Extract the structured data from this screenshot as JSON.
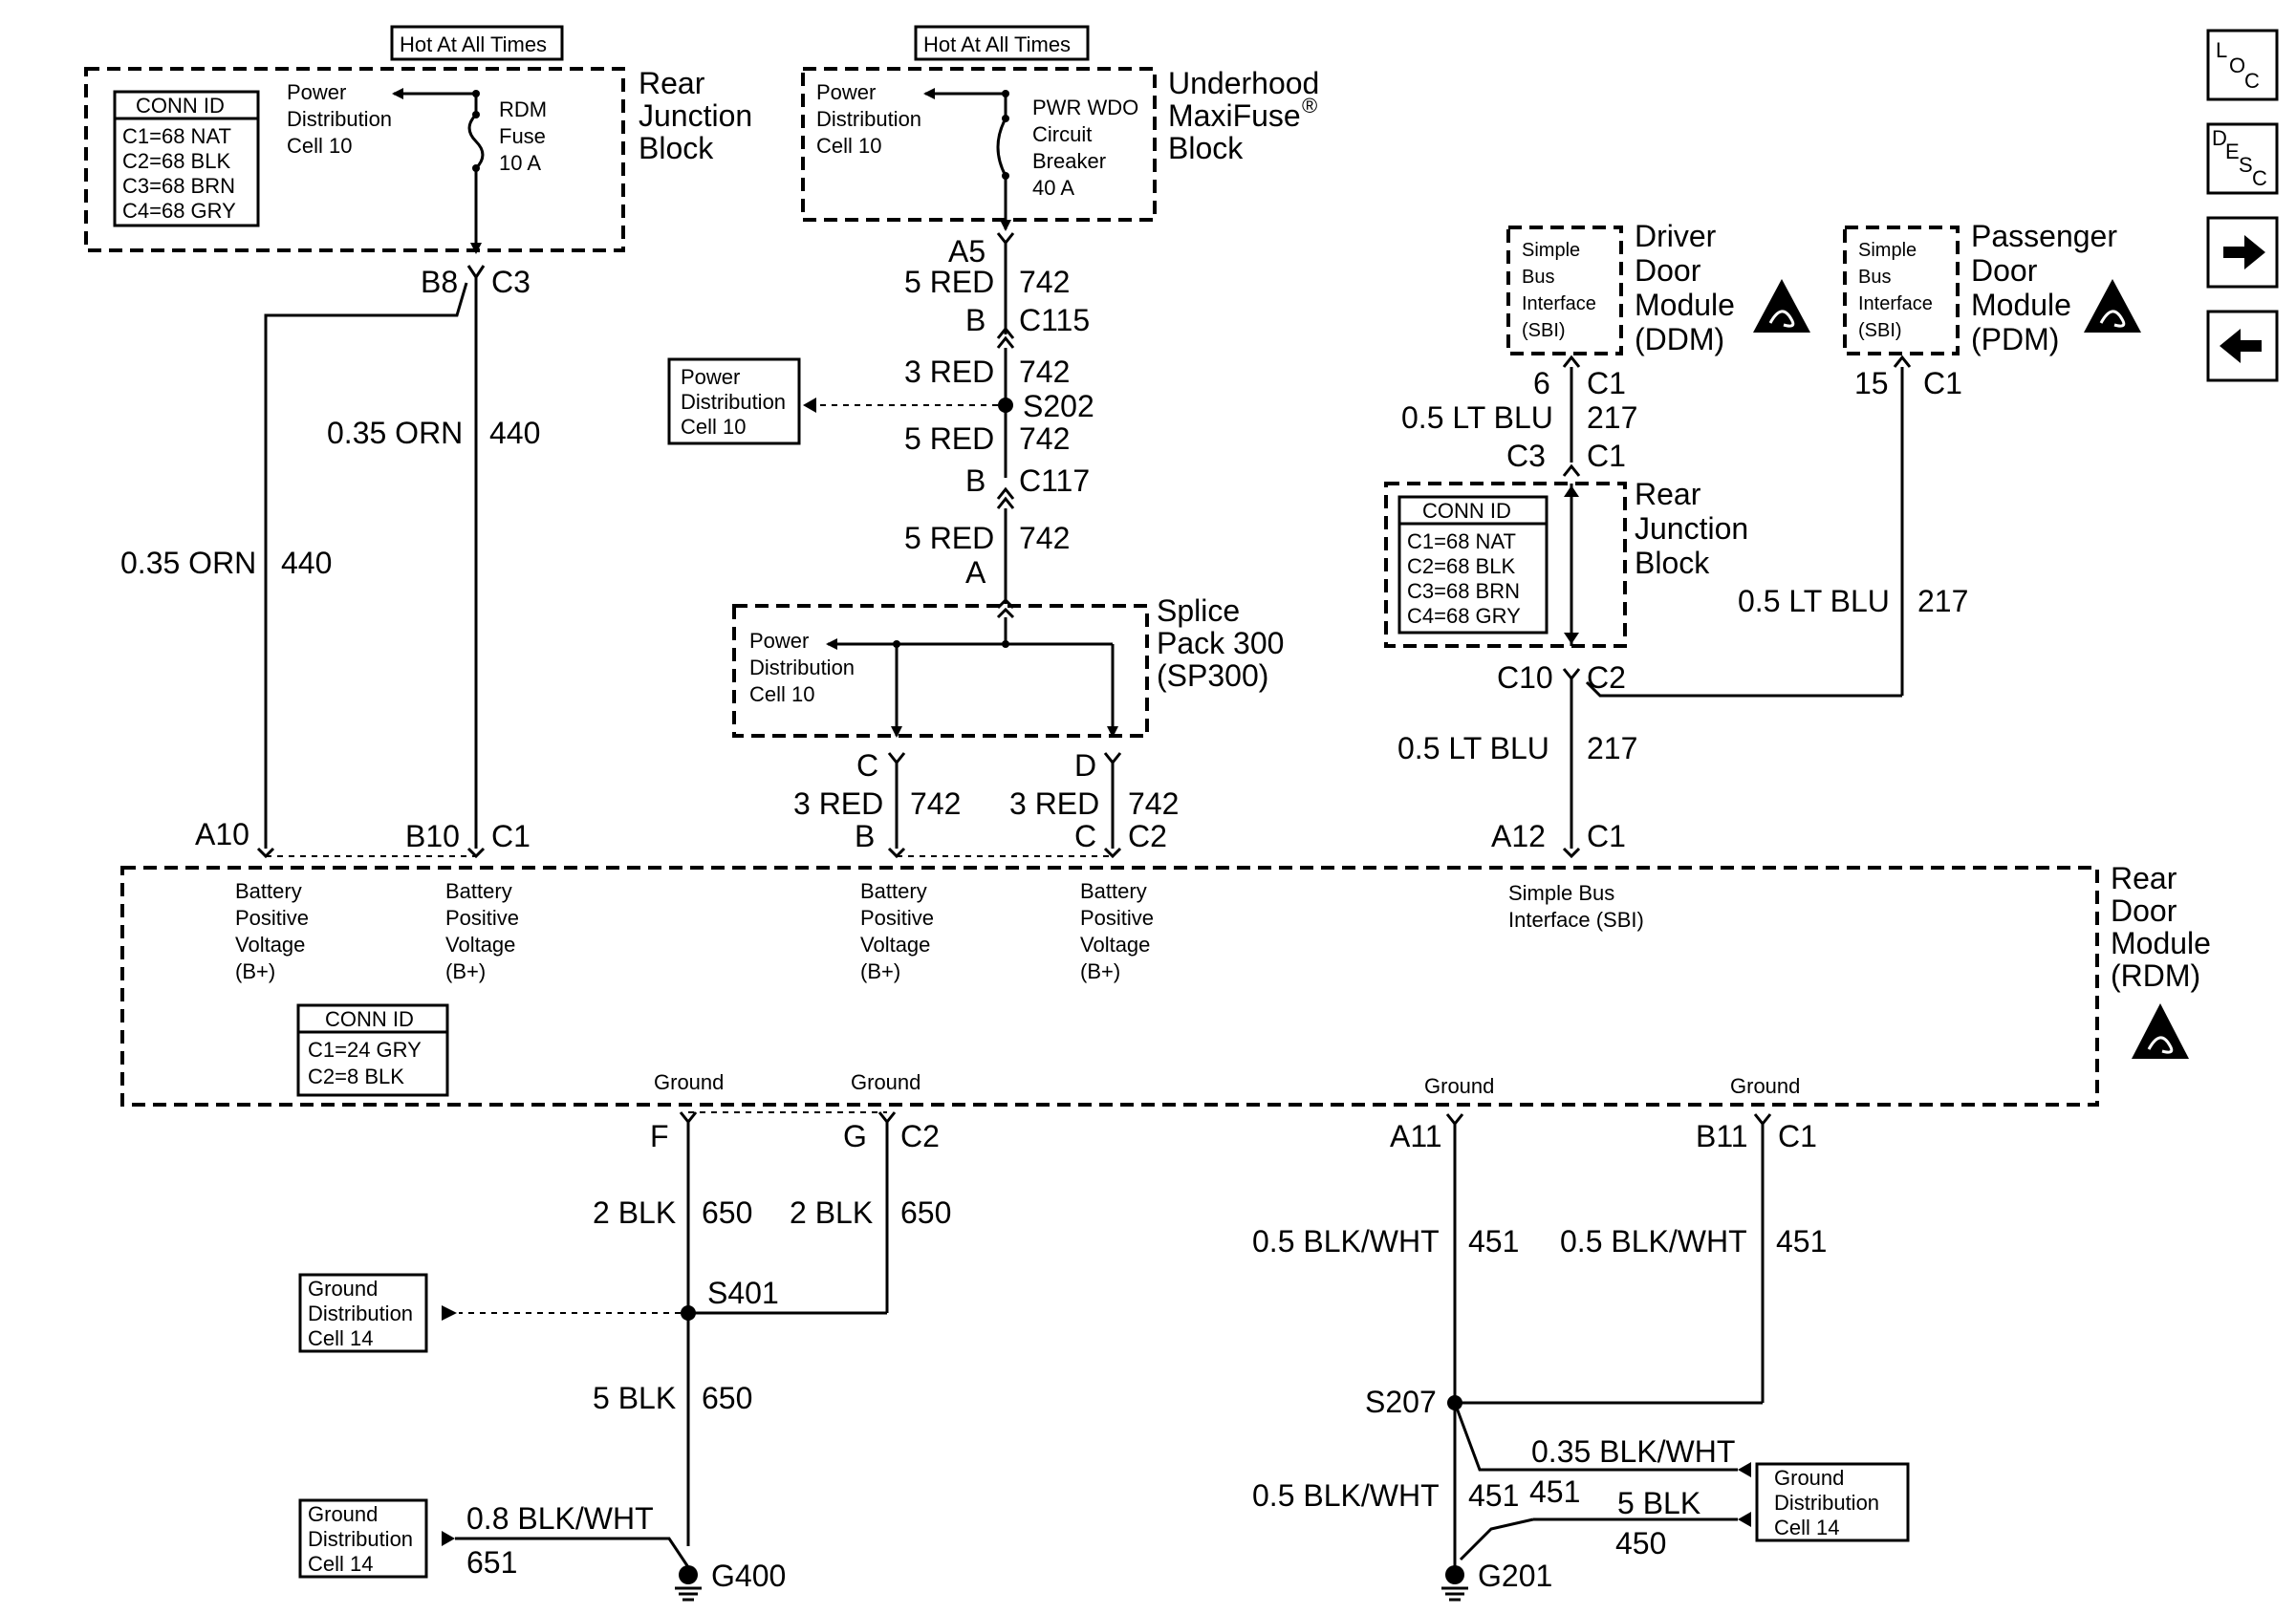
{
  "nav": {
    "loc": "LOC",
    "desc": "DESC",
    "next": "→",
    "prev": "←"
  },
  "hot1": "Hot At All Times",
  "hot2": "Hot At All Times",
  "rjb_top": {
    "conn_title": "CONN ID",
    "conn_lines": [
      "C1=68 NAT",
      "C2=68 BLK",
      "C3=68 BRN",
      "C4=68 GRY"
    ],
    "pd": [
      "Power",
      "Distribution",
      "Cell 10"
    ],
    "fuse": [
      "RDM",
      "Fuse",
      "10 A"
    ],
    "label": [
      "Rear",
      "Junction",
      "Block"
    ],
    "pin_b8": "B8",
    "pin_c3": "C3"
  },
  "uhb": {
    "pd": [
      "Power",
      "Distribution",
      "Cell 10"
    ],
    "cb": [
      "PWR WDO",
      "Circuit",
      "Breaker",
      "40 A"
    ],
    "label": [
      "Underhood",
      "MaxiFuse",
      "Block"
    ],
    "reg": "®",
    "pin_a5": "A5"
  },
  "wires": {
    "w440_gauge": "0.35 ORN",
    "w440_num": "440",
    "w440b_gauge": "0.35 ORN",
    "w440b_num": "440",
    "r1_gauge": "5 RED",
    "r1_num": "742",
    "r2_gauge": "3 RED",
    "r2_num": "742",
    "r3_gauge": "5 RED",
    "r3_num": "742",
    "r4_gauge": "5 RED",
    "r4_num": "742",
    "rc_gauge": "3 RED",
    "rc_num": "742",
    "rd_gauge": "3 RED",
    "rd_num": "742",
    "bu1_gauge": "0.5 LT BLU",
    "bu1_num": "217",
    "bu2_gauge": "0.5 LT BLU",
    "bu2_num": "217",
    "bu3_gauge": "0.5 LT BLU",
    "bu3_num": "217",
    "k1_gauge": "2 BLK",
    "k1_num": "650",
    "k2_gauge": "2 BLK",
    "k2_num": "650",
    "k3_gauge": "5 BLK",
    "k3_num": "650",
    "k4_gauge": "0.8 BLK/WHT",
    "k4_num": "651",
    "bw1_gauge": "0.5 BLK/WHT",
    "bw1_num": "451",
    "bw2_gauge": "0.5 BLK/WHT",
    "bw2_num": "451",
    "bw3_gauge": "0.5 BLK/WHT",
    "bw3_num": "451",
    "bw4_gauge": "0.35 BLK/WHT",
    "bw4_num": "451",
    "bw5_gauge": "5 BLK",
    "bw5_num": "450"
  },
  "conn": {
    "c115_b": "B",
    "c115": "C115",
    "s202": "S202",
    "c117_b": "B",
    "c117": "C117",
    "a": "A",
    "c": "C",
    "d": "D",
    "b10": "B10",
    "c1": "C1",
    "a10": "A10",
    "pin_b": "B",
    "pin_c": "C",
    "c2": "C2",
    "a12": "A12",
    "a12_c1": "C1",
    "f": "F",
    "g": "G",
    "g_c2": "C2",
    "a11": "A11",
    "b11": "B11",
    "b11_c1": "C1",
    "s401": "S401",
    "s207": "S207",
    "g400": "G400",
    "g201": "G201"
  },
  "pd_left": [
    "Power",
    "Distribution",
    "Cell 10"
  ],
  "sp300": {
    "pd": [
      "Power",
      "Distribution",
      "Cell 10"
    ],
    "label": [
      "Splice",
      "Pack 300",
      "(SP300)"
    ]
  },
  "ddm": {
    "sbi": [
      "Simple",
      "Bus",
      "Interface",
      "(SBI)"
    ],
    "label": [
      "Driver",
      "Door",
      "Module",
      "(DDM)"
    ],
    "pin": "6",
    "pin_c": "C1"
  },
  "pdm": {
    "sbi": [
      "Simple",
      "Bus",
      "Interface",
      "(SBI)"
    ],
    "label": [
      "Passenger",
      "Door",
      "Module",
      "(PDM)"
    ],
    "pin": "15",
    "pin_c": "C1"
  },
  "rjb_right": {
    "conn_title": "CONN ID",
    "conn_lines": [
      "C1=68 NAT",
      "C2=68 BLK",
      "C3=68 BRN",
      "C4=68 GRY"
    ],
    "label": [
      "Rear",
      "Junction",
      "Block"
    ],
    "c3": "C3",
    "c1": "C1",
    "c10": "C10",
    "c2": "C2"
  },
  "rdm": {
    "label": [
      "Rear",
      "Door",
      "Module",
      "(RDM)"
    ],
    "bplus": [
      "Battery",
      "Positive",
      "Voltage",
      "(B+)"
    ],
    "sbi": [
      "Simple Bus",
      "Interface (SBI)"
    ],
    "ground": "Ground",
    "conn_title": "CONN ID",
    "conn_lines": [
      "C1=24 GRY",
      "C2=8 BLK"
    ]
  },
  "gd": [
    "Ground",
    "Distribution",
    "Cell 14"
  ]
}
